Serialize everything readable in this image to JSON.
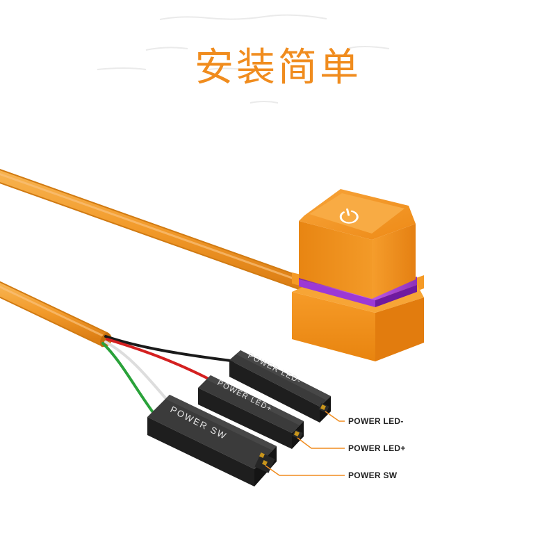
{
  "title": "安装简单",
  "callouts": {
    "power_led_minus": "POWER LED-",
    "power_led_plus": "POWER LED+",
    "power_sw": "POWER SW"
  },
  "connectors": {
    "power_led_minus": "POWER LED-",
    "power_led_plus": "POWER LED+",
    "power_sw": "POWER SW"
  },
  "colors": {
    "accent_orange": "#f08c1e",
    "cable_orange": "#f29a2a",
    "key_orange": "#f4921c",
    "led_purple": "#b44cf0",
    "connector_black": "#2b2b2b",
    "wire_red": "#d42020",
    "wire_green": "#2aa23a"
  },
  "icons": {
    "key_icon": "power-icon"
  }
}
